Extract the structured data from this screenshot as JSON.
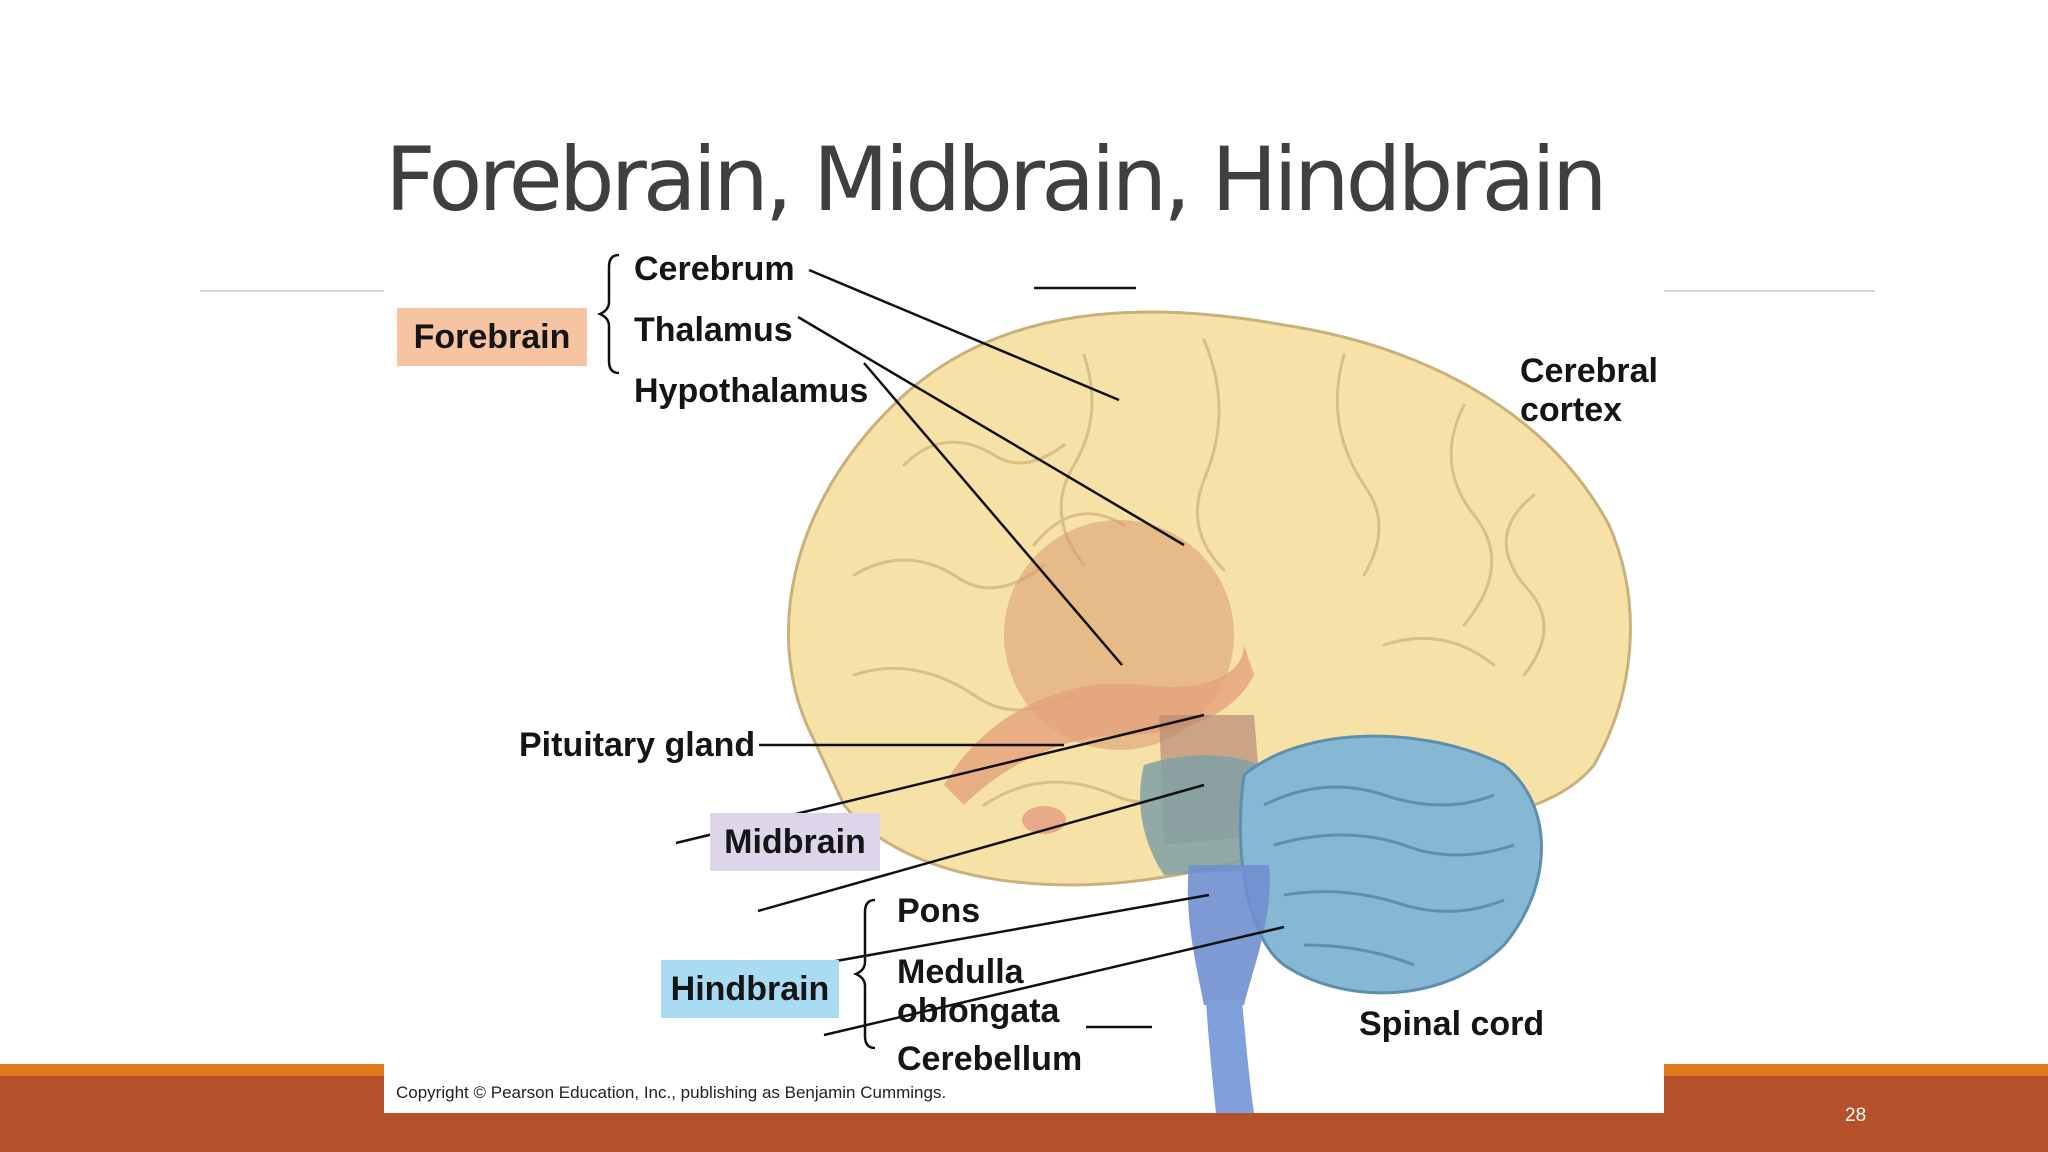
{
  "slide": {
    "title": "Forebrain, Midbrain, Hindbrain",
    "page_number": "28"
  },
  "figure": {
    "groups": {
      "forebrain": "Forebrain",
      "midbrain": "Midbrain",
      "hindbrain": "Hindbrain"
    },
    "labels": {
      "cerebrum": "Cerebrum",
      "thalamus": "Thalamus",
      "hypothalamus": "Hypothalamus",
      "cerebral_cortex_1": "Cerebral",
      "cerebral_cortex_2": "cortex",
      "pituitary": "Pituitary gland",
      "pons": "Pons",
      "medulla_1": "Medulla",
      "medulla_2": "oblongata",
      "cerebellum": "Cerebellum",
      "spinal_cord": "Spinal cord"
    },
    "copyright": "Copyright © Pearson Education, Inc., publishing as Benjamin Cummings.",
    "colors": {
      "forebrain_box": "#f6c3a3",
      "midbrain_box": "#ddd6ea",
      "hindbrain_box": "#a9dbf3",
      "cerebrum": "#f6e2a6",
      "thalamus_region": "#d89a6e",
      "brainstem": "#9aa9c4",
      "cerebellum": "#86b8d4",
      "spinal_cord": "#6f8fd0"
    }
  }
}
